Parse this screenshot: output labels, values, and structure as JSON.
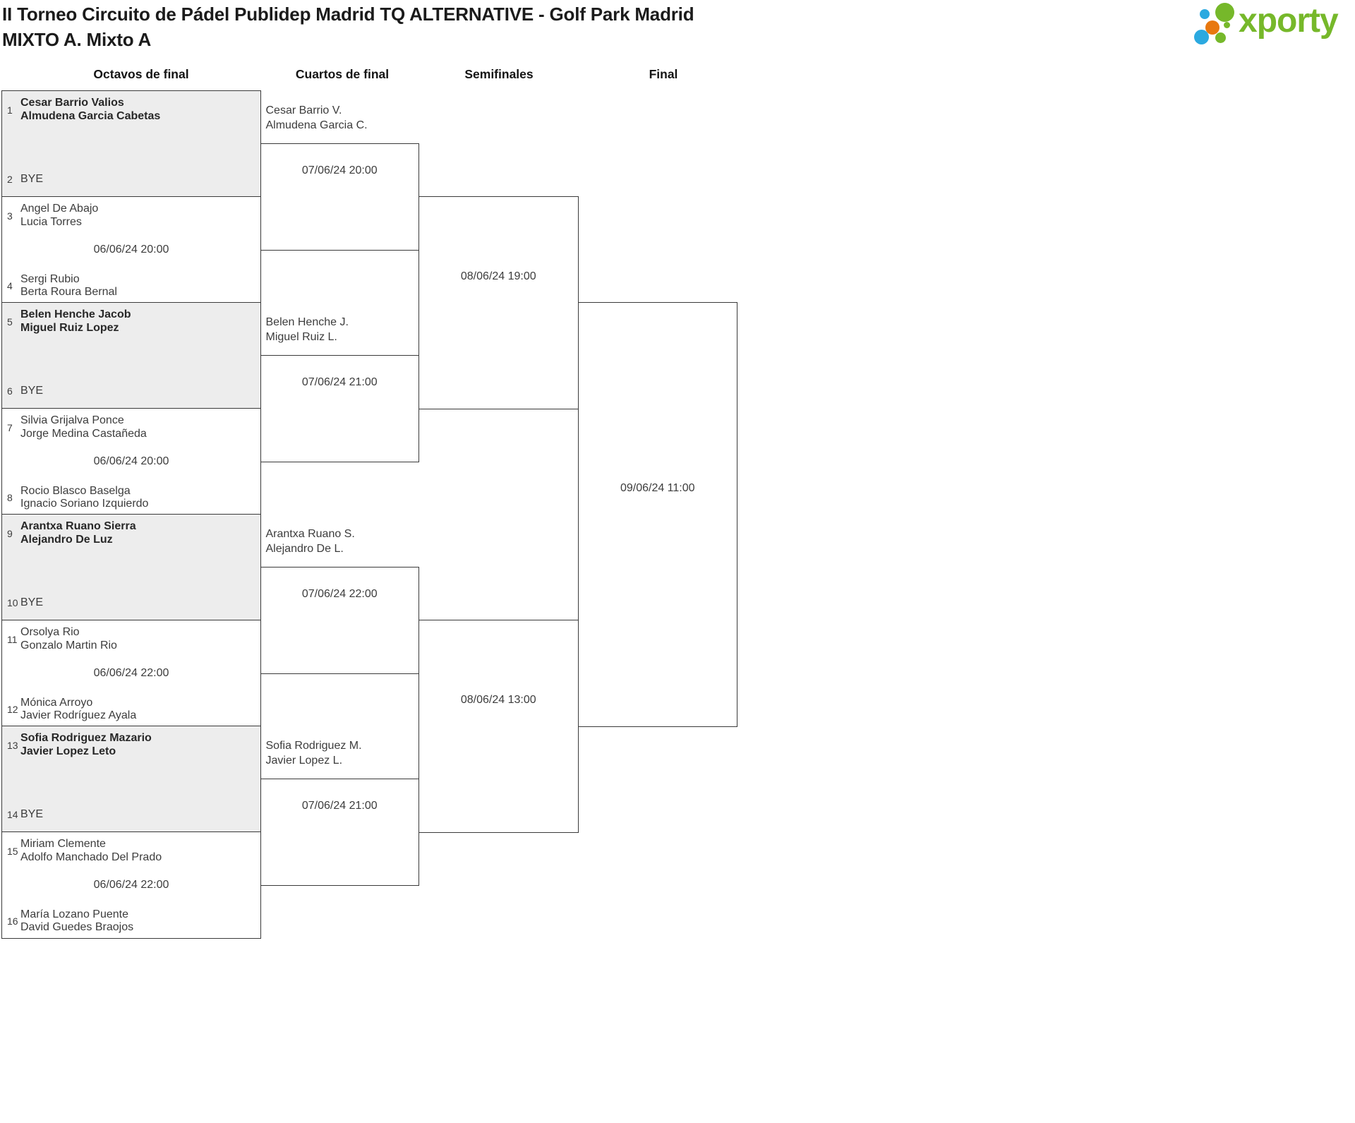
{
  "header": {
    "title_line1": "II Torneo Circuito de Pádel Publidep Madrid TQ ALTERNATIVE - Golf Park Madrid",
    "title_line2": "MIXTO A. Mixto A",
    "logo_text": "xporty"
  },
  "colors": {
    "logo_green": "#76b82a",
    "logo_blue": "#2ba9e0",
    "logo_orange": "#e8780f",
    "line": "#3a3a3a",
    "bye_fill": "#ededed"
  },
  "bracket": {
    "rounds": [
      {
        "label": "Octavos de final",
        "matches": [
          {
            "seed_top": "1",
            "team_top": [
              "Cesar Barrio Valios",
              "Almudena Garcia Cabetas"
            ],
            "seed_bottom": "2",
            "team_bottom": [
              "BYE"
            ],
            "bye": true,
            "date": ""
          },
          {
            "seed_top": "3",
            "team_top": [
              "Angel De Abajo",
              "Lucia Torres"
            ],
            "seed_bottom": "4",
            "team_bottom": [
              "Sergi Rubio",
              "Berta Roura Bernal"
            ],
            "bye": false,
            "date": "06/06/24 20:00"
          },
          {
            "seed_top": "5",
            "team_top": [
              "Belen Henche Jacob",
              "Miguel Ruiz Lopez"
            ],
            "seed_bottom": "6",
            "team_bottom": [
              "BYE"
            ],
            "bye": true,
            "date": ""
          },
          {
            "seed_top": "7",
            "team_top": [
              "Silvia Grijalva Ponce",
              "Jorge Medina Castañeda"
            ],
            "seed_bottom": "8",
            "team_bottom": [
              "Rocio Blasco Baselga",
              "Ignacio Soriano Izquierdo"
            ],
            "bye": false,
            "date": "06/06/24 20:00"
          },
          {
            "seed_top": "9",
            "team_top": [
              "Arantxa Ruano Sierra",
              "Alejandro De Luz"
            ],
            "seed_bottom": "10",
            "team_bottom": [
              "BYE"
            ],
            "bye": true,
            "date": ""
          },
          {
            "seed_top": "11",
            "team_top": [
              "Orsolya Rio",
              "Gonzalo Martin Rio"
            ],
            "seed_bottom": "12",
            "team_bottom": [
              "Mónica Arroyo",
              "Javier Rodríguez Ayala"
            ],
            "bye": false,
            "date": "06/06/24 22:00"
          },
          {
            "seed_top": "13",
            "team_top": [
              "Sofia Rodriguez Mazario",
              "Javier Lopez Leto"
            ],
            "seed_bottom": "14",
            "team_bottom": [
              "BYE"
            ],
            "bye": true,
            "date": ""
          },
          {
            "seed_top": "15",
            "team_top": [
              "Miriam Clemente",
              "Adolfo Manchado Del Prado"
            ],
            "seed_bottom": "16",
            "team_bottom": [
              "María Lozano Puente",
              "David Guedes Braojos"
            ],
            "bye": false,
            "date": "06/06/24 22:00"
          }
        ]
      },
      {
        "label": "Cuartos de final",
        "matches": [
          {
            "advancer": [
              "Cesar Barrio V.",
              "Almudena Garcia C."
            ],
            "date": "07/06/24 20:00"
          },
          {
            "advancer": [
              "Belen Henche J.",
              "Miguel Ruiz L."
            ],
            "date": "07/06/24 21:00"
          },
          {
            "advancer": [
              "Arantxa Ruano S.",
              "Alejandro De L."
            ],
            "date": "07/06/24 22:00"
          },
          {
            "advancer": [
              "Sofia Rodriguez M.",
              "Javier Lopez L."
            ],
            "date": "07/06/24 21:00"
          }
        ]
      },
      {
        "label": "Semifinales",
        "matches": [
          {
            "advancer": [],
            "date": "08/06/24 19:00"
          },
          {
            "advancer": [],
            "date": "08/06/24 13:00"
          }
        ]
      },
      {
        "label": "Final",
        "matches": [
          {
            "advancer": [],
            "date": "09/06/24 11:00"
          }
        ]
      }
    ]
  }
}
